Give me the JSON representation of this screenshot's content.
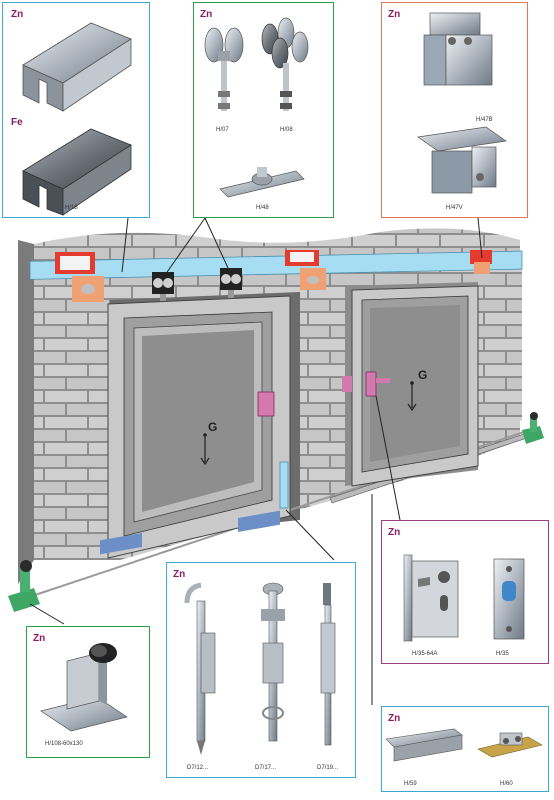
{
  "panels": {
    "rail_profiles": {
      "materials": [
        "Zn",
        "Fe"
      ],
      "code": "H/18",
      "border": "#3aa9d6"
    },
    "trolleys": {
      "material": "Zn",
      "codes": [
        "H/07",
        "H/08",
        "H/48"
      ],
      "border": "#2e9c4a"
    },
    "brackets": {
      "material": "Zn",
      "codes": [
        "H/47B",
        "H/47V"
      ],
      "border": "#e07a55"
    },
    "locks": {
      "material": "Zn",
      "codes": [
        "H/35-64A",
        "H/35"
      ],
      "border": "#9c3a8c"
    },
    "bolts": {
      "material": "Zn",
      "codes": [
        "D7/12...",
        "D7/17...",
        "D7/19..."
      ],
      "border": "#3aa9d6"
    },
    "door_stop": {
      "material": "Zn",
      "code": "H/108-60x130",
      "border": "#2e9c4a"
    },
    "guides": {
      "material": "Zn",
      "codes": [
        "H/59",
        "H/60"
      ],
      "border": "#3aa9d6"
    }
  },
  "scene": {
    "gravity_labels": [
      "G",
      "G"
    ]
  },
  "icons": [
    "rail-profile-icon",
    "trolley-icon",
    "bracket-icon",
    "lock-icon",
    "bolt-icon",
    "door-stop-icon",
    "floor-guide-icon"
  ]
}
